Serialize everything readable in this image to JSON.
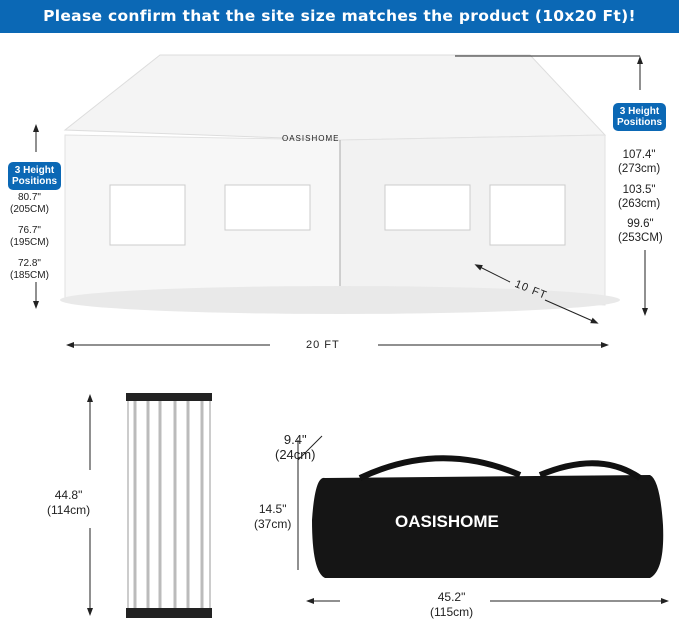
{
  "header": {
    "title": "Please confirm that the site size matches the product (10x20 Ft)!"
  },
  "colors": {
    "brand": "#0b68b5"
  },
  "canopy": {
    "brand": "OASISHOME",
    "left_badge": [
      "3 Height",
      "Positions"
    ],
    "left_heights": [
      [
        "80.7\"",
        "(205CM)"
      ],
      [
        "76.7\"",
        "(195CM)"
      ],
      [
        "72.8\"",
        "(185CM)"
      ]
    ],
    "right_badge": [
      "3 Height",
      "Positions"
    ],
    "right_heights": [
      [
        "107.4\"",
        "(273cm)"
      ],
      [
        "103.5\"",
        "(263cm)"
      ],
      [
        "99.6\"",
        "(253CM)"
      ]
    ],
    "width_label": "20 FT",
    "depth_label": "10 FT"
  },
  "frame": {
    "height": [
      "44.8\"",
      "(114cm)"
    ]
  },
  "bag": {
    "brand": "OASISHOME",
    "depth": [
      "9.4\"",
      "(24cm)"
    ],
    "height": [
      "14.5\"",
      "(37cm)"
    ],
    "length": [
      "45.2\"",
      "(115cm)"
    ]
  }
}
